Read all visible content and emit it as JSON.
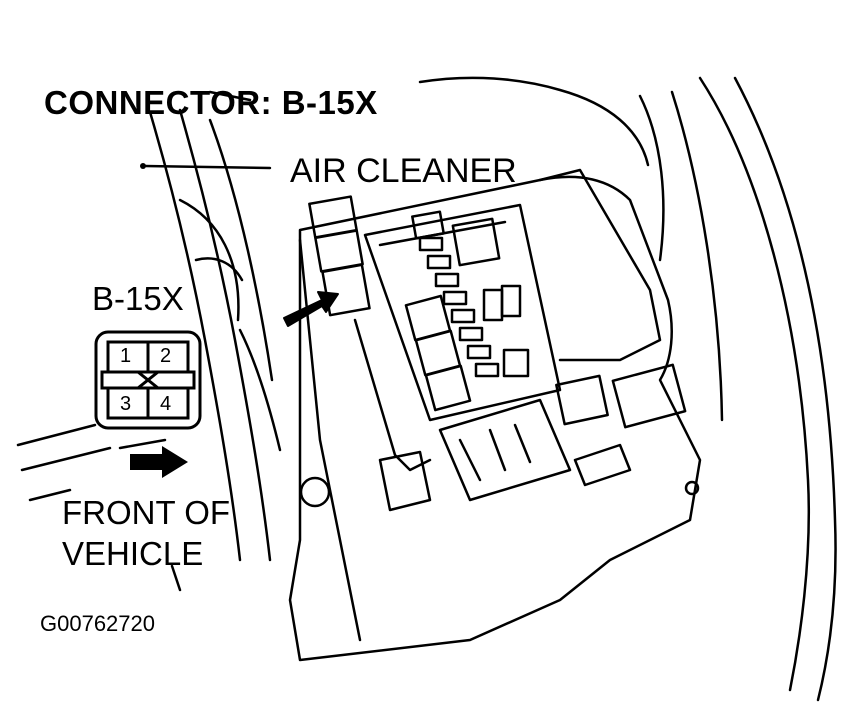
{
  "labels": {
    "title": "CONNECTOR: B-15X",
    "air_cleaner": "AIR CLEANER",
    "connector_name": "B-15X",
    "front_line1": "FRONT OF",
    "front_line2": "VEHICLE",
    "figure_code": "G00762720"
  },
  "connector": {
    "pins": [
      "1",
      "2",
      "3",
      "4"
    ]
  },
  "colors": {
    "ink": "#000000",
    "paper": "#ffffff"
  }
}
